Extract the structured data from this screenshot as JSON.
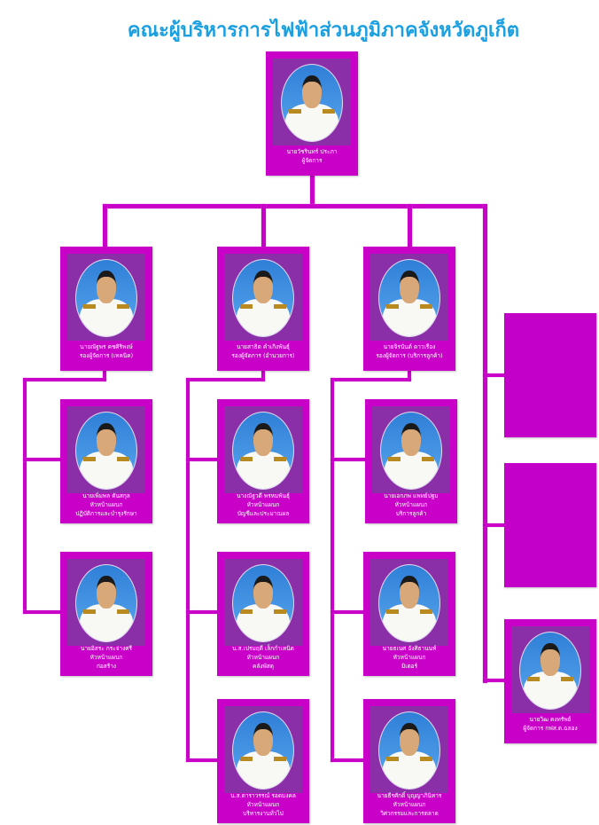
{
  "title": "คณะผู้บริหารการไฟฟ้าส่วนภูมิภาคจังหวัดภูเก็ต",
  "colors": {
    "accent": "#c800c8",
    "title": "#1a9fe0",
    "photo_bg": "#8a2fa8"
  },
  "cards": [
    {
      "id": "manager",
      "name": "นายวัชรินทร์  ประภา",
      "position": "ผู้จัดการ",
      "department": ""
    },
    {
      "id": "deputy-technical",
      "name": "นายณัฐพร  คชศิริพงษ์",
      "position": "รองผู้จัดการ (เทคนิค)",
      "department": ""
    },
    {
      "id": "deputy-admin",
      "name": "นายสาธิต  คำเกิงพันธุ์",
      "position": "รองผู้จัดการ (อำนวยการ)",
      "department": ""
    },
    {
      "id": "deputy-customer",
      "name": "นายจิรนันต์  ดาวเรือง",
      "position": "รองผู้จัดการ (บริการลูกค้า)",
      "department": ""
    },
    {
      "id": "head-operations",
      "name": "นายเพิ่มพล  ตันสกุล",
      "position": "หัวหน้าแผนก",
      "department": "ปฏิบัติการและบำรุงรักษา"
    },
    {
      "id": "head-accounting",
      "name": "นางณัฐวดี  พรหมพันธุ์",
      "position": "หัวหน้าแผนก",
      "department": "บัญชีและประมาณผล"
    },
    {
      "id": "head-customer-service",
      "name": "นายเอกภพ  แพทย์ปฐม",
      "position": "หัวหน้าแผนก",
      "department": "บริการลูกค้า"
    },
    {
      "id": "head-construction",
      "name": "นายอิสระ  กระจ่างศรี",
      "position": "หัวหน้าแผนก",
      "department": "ก่อสร้าง"
    },
    {
      "id": "head-warehouse",
      "name": "น.ส.เปรมฤดี  เล็กกำเหนิด",
      "position": "หัวหน้าแผนก",
      "department": "คลังพัสดุ"
    },
    {
      "id": "head-meter",
      "name": "นายธเนศ  อังศิธานนท์",
      "position": "หัวหน้าแผนก",
      "department": "มิเตอร์"
    },
    {
      "id": "head-general-admin",
      "name": "น.ส.ดาราวรรณ์  รอดมงคล",
      "position": "หัวหน้าแผนก",
      "department": "บริหารงานทั่วไป"
    },
    {
      "id": "head-marketing",
      "name": "นายธีรศักดิ์  บุญญาภินิหาร",
      "position": "หัวหน้าแผนก",
      "department": "วิศวกรรมและการตลาด"
    },
    {
      "id": "branch-manager",
      "name": "นายวิฒ  คงทรัพย์",
      "position": "ผู้จัดการ กฟส.ต.ฉลอง",
      "department": ""
    }
  ]
}
